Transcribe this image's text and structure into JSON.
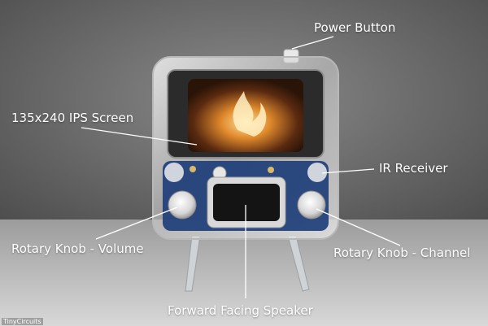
{
  "labels": {
    "power_button": "Power Button",
    "screen": "135x240 IPS Screen",
    "ir_receiver": "IR Receiver",
    "knob_volume": "Rotary Knob - Volume",
    "knob_channel": "Rotary Knob - Channel",
    "speaker": "Forward Facing Speaker"
  },
  "credit": "TinyCircuits",
  "colors": {
    "label_text": "#ffffff",
    "leader_line": "#ffffff",
    "background": "#6f6f6f",
    "pcb": "#1f3f7a"
  }
}
